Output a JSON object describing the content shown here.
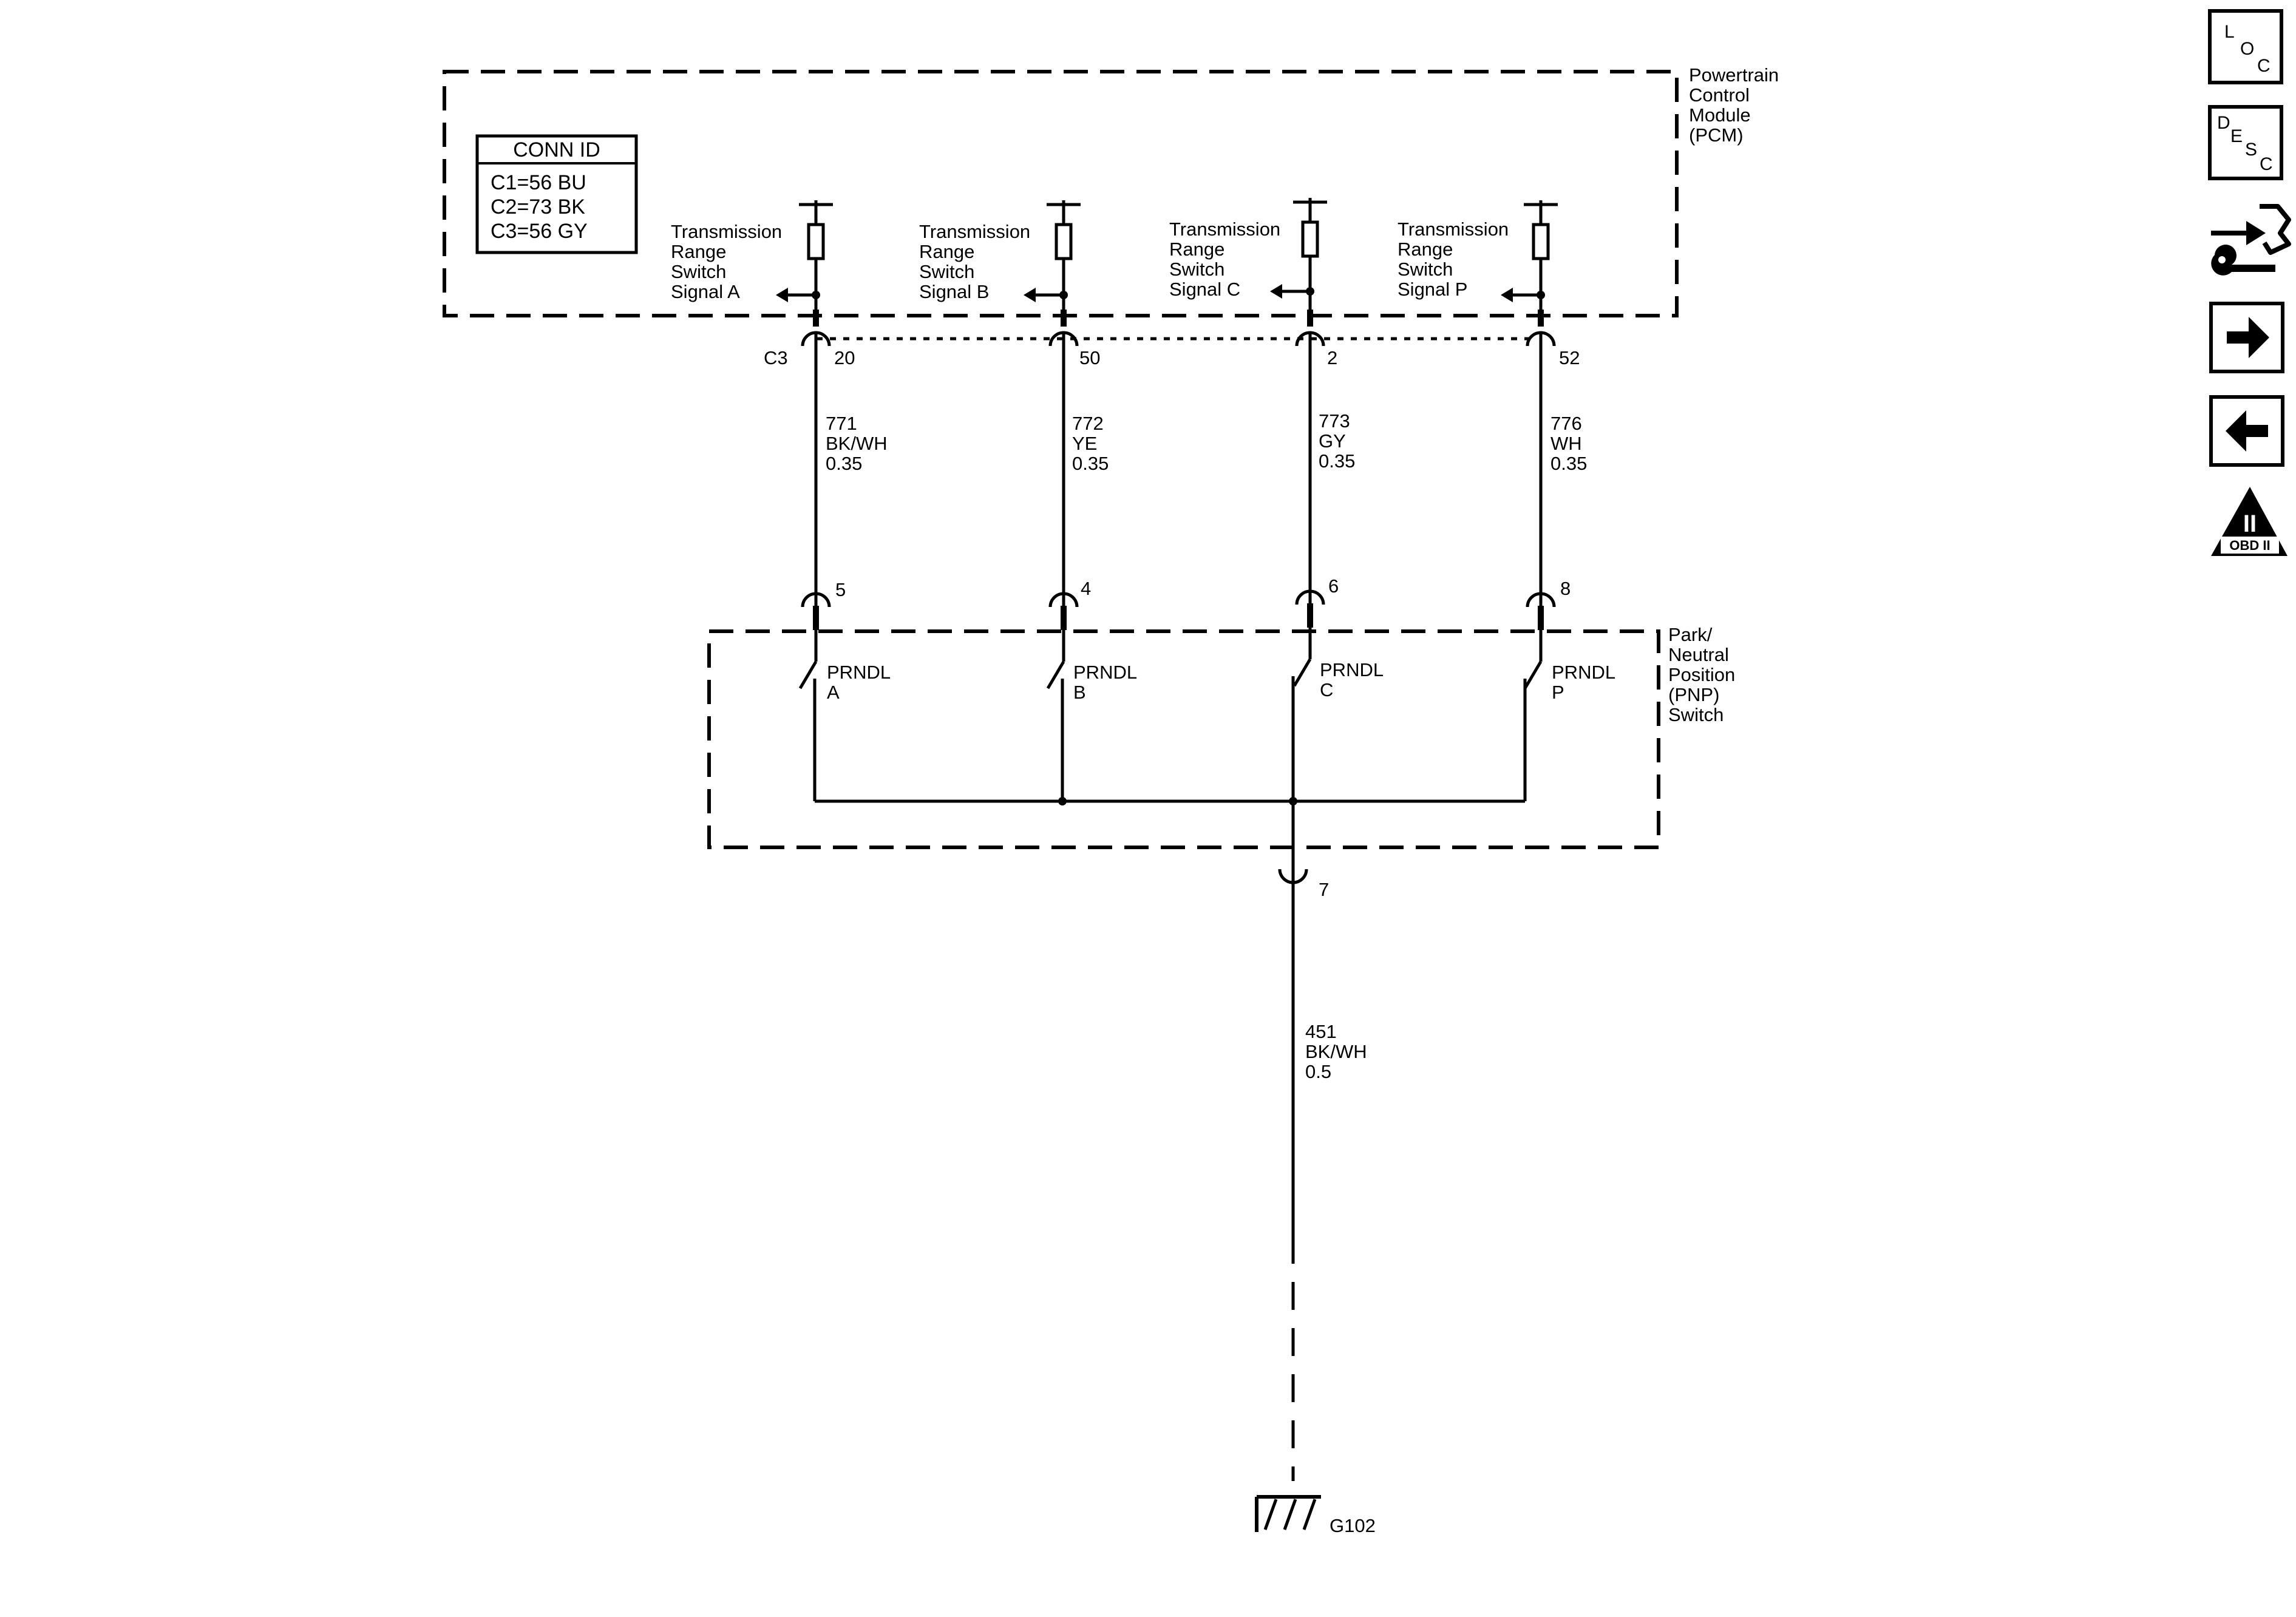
{
  "pcm": {
    "label_lines": [
      "Powertrain",
      "Control",
      "Module",
      "(PCM)"
    ],
    "conn_id": {
      "title": "CONN ID",
      "rows": [
        "C1=56 BU",
        "C2=73 BK",
        "C3=56 GY"
      ]
    },
    "connector_label": "C3"
  },
  "signals": [
    {
      "lines": [
        "Transmission",
        "Range",
        "Switch",
        "Signal A"
      ],
      "pcm_pin": "20",
      "circuit": "771",
      "color": "BK/WH",
      "gauge": "0.35",
      "pnp_pin": "5",
      "switch_label": [
        "PRNDL",
        "A"
      ]
    },
    {
      "lines": [
        "Transmission",
        "Range",
        "Switch",
        "Signal B"
      ],
      "pcm_pin": "50",
      "circuit": "772",
      "color": "YE",
      "gauge": "0.35",
      "pnp_pin": "4",
      "switch_label": [
        "PRNDL",
        "B"
      ]
    },
    {
      "lines": [
        "Transmission",
        "Range",
        "Switch",
        "Signal C"
      ],
      "pcm_pin": "2",
      "circuit": "773",
      "color": "GY",
      "gauge": "0.35",
      "pnp_pin": "6",
      "switch_label": [
        "PRNDL",
        "C"
      ]
    },
    {
      "lines": [
        "Transmission",
        "Range",
        "Switch",
        "Signal P"
      ],
      "pcm_pin": "52",
      "circuit": "776",
      "color": "WH",
      "gauge": "0.35",
      "pnp_pin": "8",
      "switch_label": [
        "PRNDL",
        "P"
      ]
    }
  ],
  "pnp": {
    "label_lines": [
      "Park/",
      "Neutral",
      "Position",
      "(PNP)",
      "Switch"
    ],
    "ground_pin": "7"
  },
  "ground_wire": {
    "circuit": "451",
    "color": "BK/WH",
    "gauge": "0.5"
  },
  "ground": {
    "label": "G102"
  },
  "nav": {
    "loc": [
      "L",
      "O",
      "C"
    ],
    "desc": [
      "D",
      "E",
      "S",
      "C"
    ],
    "obd": {
      "numeral": "II",
      "text": "OBD II"
    },
    "icons": [
      "loc-icon",
      "desc-icon",
      "connector-wrench-icon",
      "next-arrow-icon",
      "previous-arrow-icon",
      "obd-ii-icon"
    ]
  }
}
